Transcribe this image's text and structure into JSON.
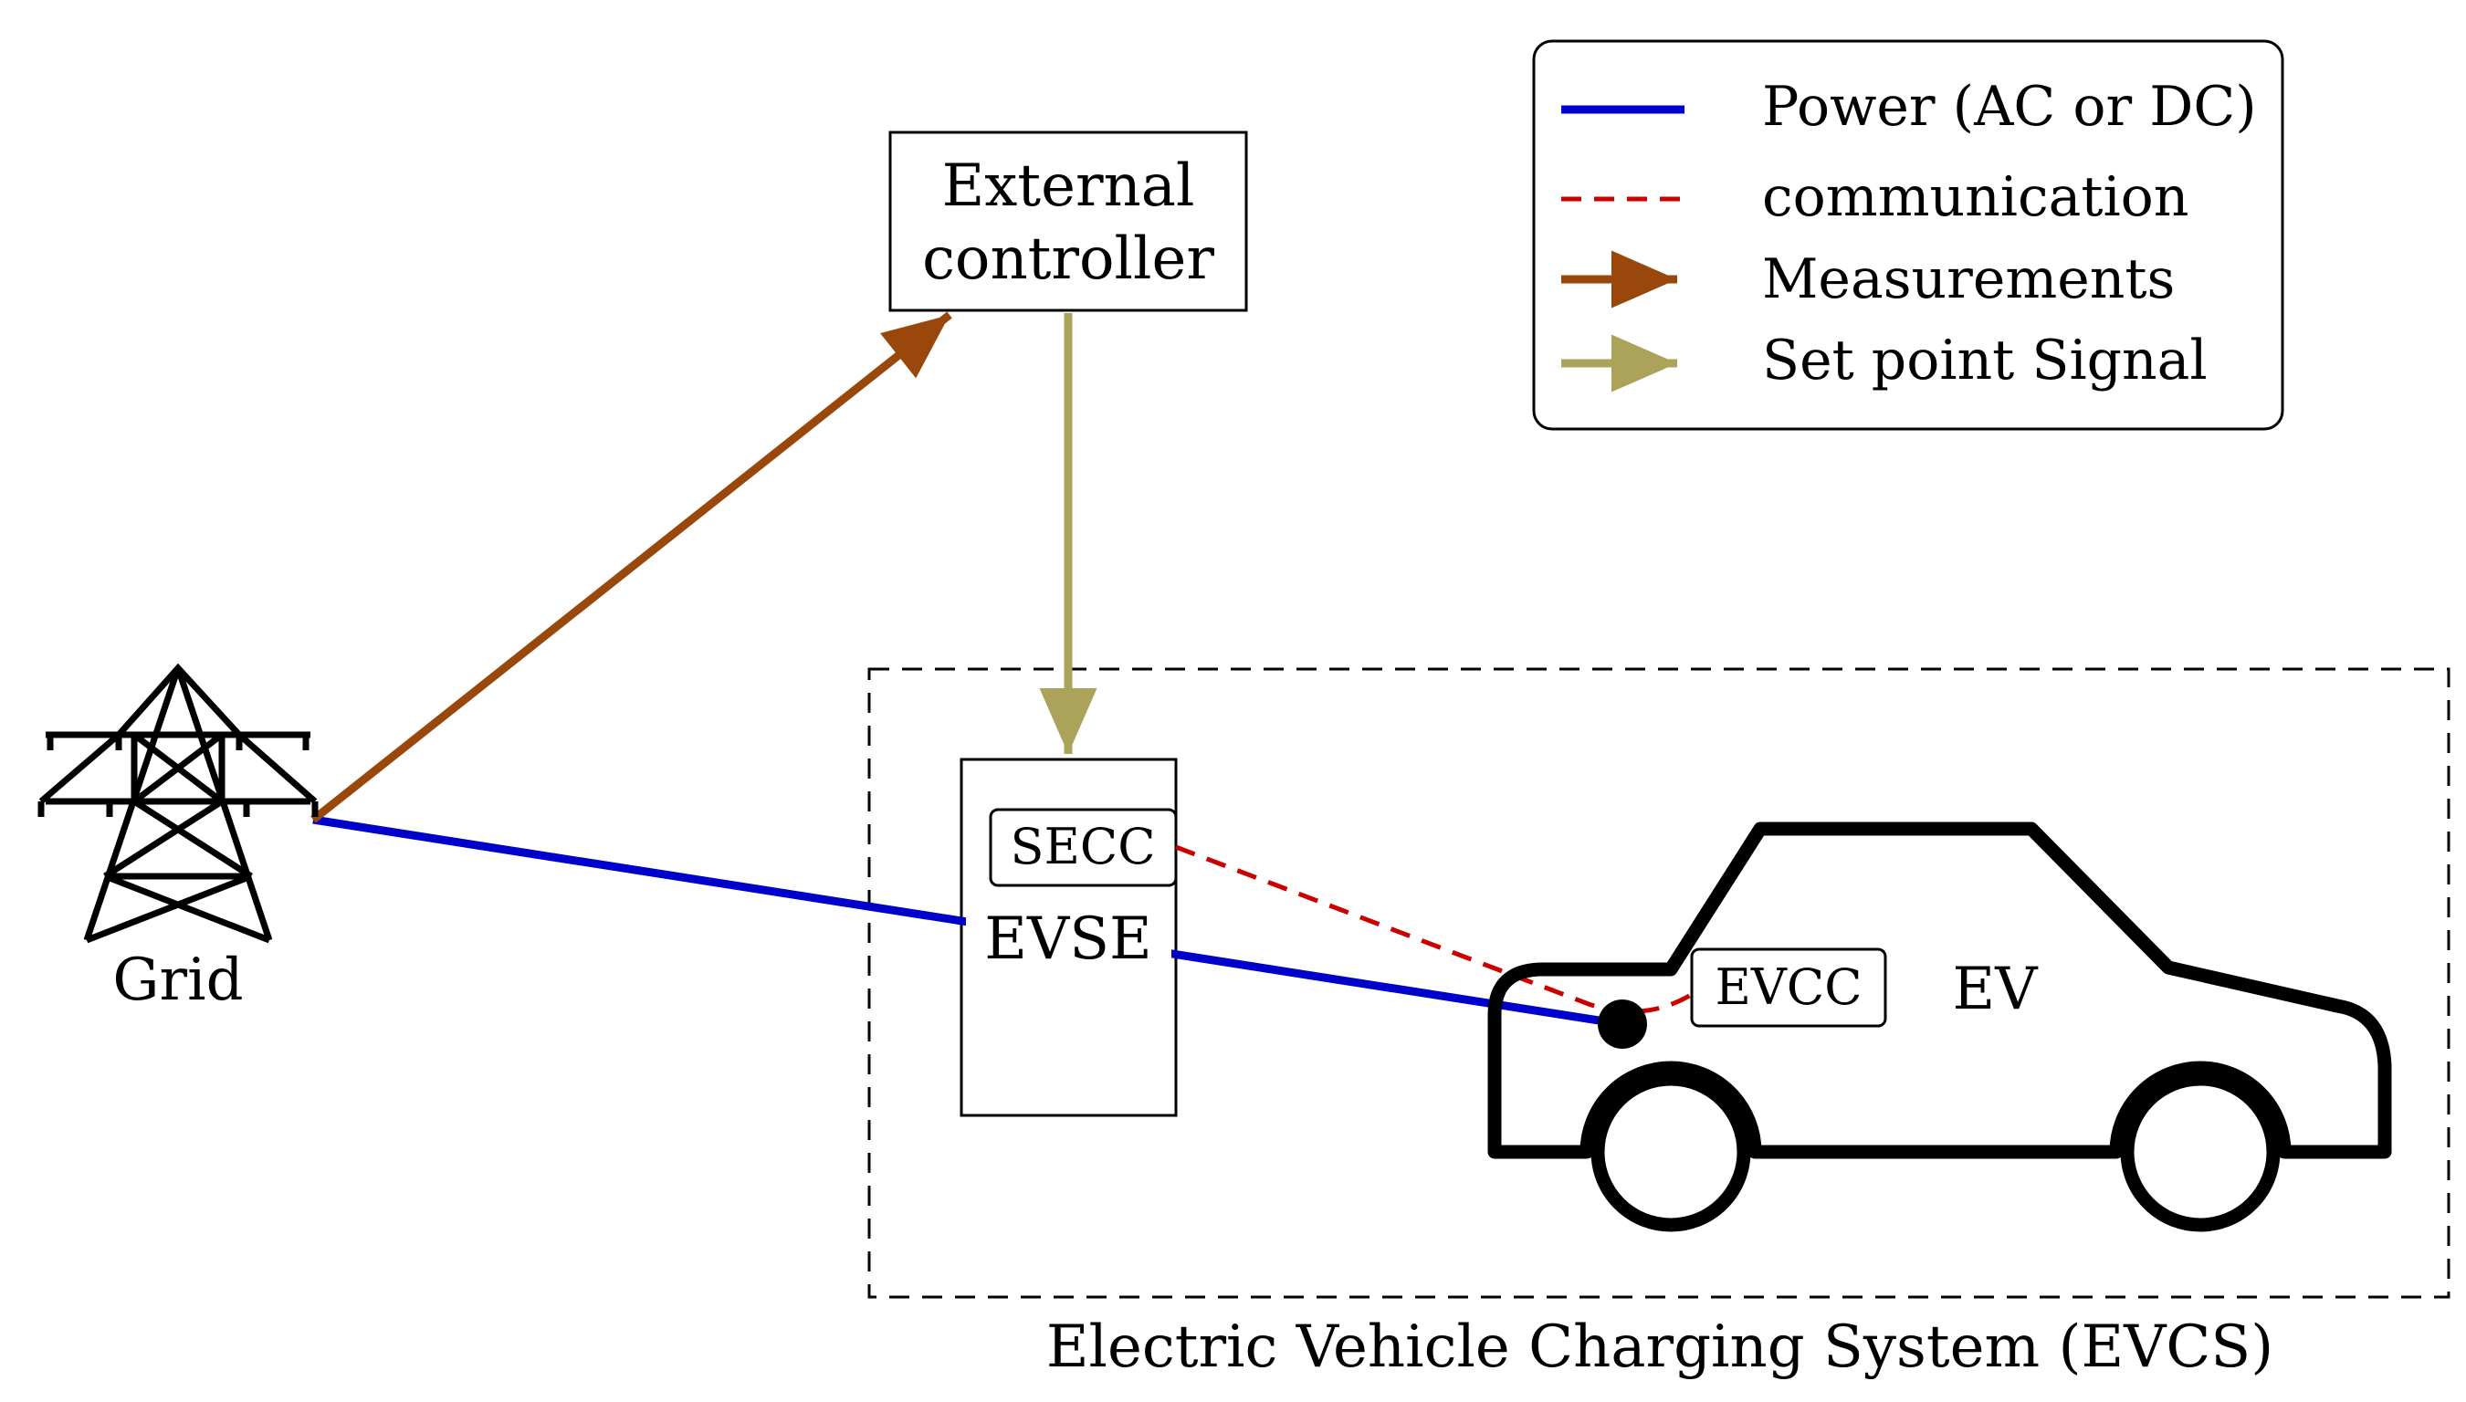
{
  "grid": {
    "label": "Grid"
  },
  "controller": {
    "line1": "External",
    "line2": "controller"
  },
  "evse": {
    "label": "EVSE",
    "secc_label": "SECC"
  },
  "ev": {
    "label": "EV",
    "evcc_label": "EVCC"
  },
  "evcs": {
    "label": "Electric Vehicle Charging System (EVCS)"
  },
  "legend": {
    "items": [
      {
        "label": "Power (AC or DC)",
        "style": "solid-line",
        "color": "#0000cc"
      },
      {
        "label": "communication",
        "style": "dashed-line",
        "color": "#cc0000"
      },
      {
        "label": "Measurements",
        "style": "arrow",
        "color": "#99470a"
      },
      {
        "label": "Set point Signal",
        "style": "arrow",
        "color": "#aba35a"
      }
    ]
  },
  "colors": {
    "power": "#0000cc",
    "communication": "#cc0000",
    "measurements": "#99470a",
    "setpoint": "#aba35a"
  }
}
